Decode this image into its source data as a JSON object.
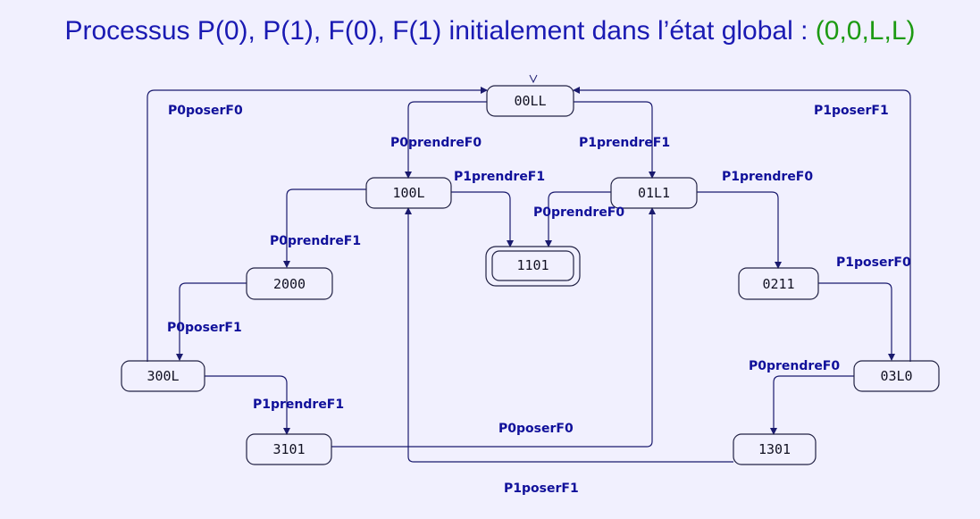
{
  "title": {
    "prefix": "Processus P(0), P(1), F(0), F(1) initialement dans l’état global : ",
    "highlight": "(0,0,L,L)"
  },
  "nodes": {
    "n00LL": "00LL",
    "n100L": "100L",
    "n01L1": "01L1",
    "n1101": "1101",
    "n2000": "2000",
    "n0211": "0211",
    "n300L": "300L",
    "n03L0": "03L0",
    "n3101": "3101",
    "n1301": "1301"
  },
  "edges": {
    "e_300L_00LL": "P0poserF0",
    "e_03L0_00LL": "P1poserF1",
    "e_00LL_100L": "P0prendreF0",
    "e_00LL_01L1": "P1prendreF1",
    "e_100L_1101": "P1prendreF1",
    "e_01L1_0211": "P1prendreF0",
    "e_01L1_1101": "P0prendreF0",
    "e_100L_2000": "P0prendreF1",
    "e_0211_03L0": "P1poserF0",
    "e_2000_300L": "P0poserF1",
    "e_03L0_1301": "P0prendreF0",
    "e_300L_3101": "P1prendreF1",
    "e_3101_01L1": "P0poserF0",
    "e_1301_100L": "P1poserF1"
  },
  "colors": {
    "background": "#f1f0fe",
    "title": "#1a1ab3",
    "title_highlight": "#1d9a12",
    "edge_label": "#10109a"
  }
}
